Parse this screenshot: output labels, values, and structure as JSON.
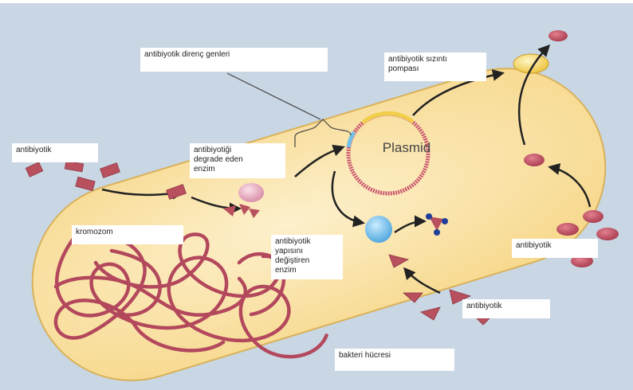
{
  "labels": {
    "resistance_genes": "antibiyotik direnç genleri",
    "efflux_pump": "antibiyotik sızıntı\npompası",
    "plasmid": "Plasmid",
    "antibiotic_left": "antibiyotik",
    "degrading_enzyme": "antibiyotiği\ndegrade eden\nenzim",
    "chromosome": "kromozom",
    "modifying_enzyme": "antibiyotik\nyapısını\ndeğiştiren\nenzim",
    "antibiotic_right": "antibiyotik",
    "antibiotic_bottom": "antibiyotik",
    "bacterial_cell": "bakteri hücresi"
  },
  "colors": {
    "background": "#c9d6e3",
    "cell_fill": "#fbe3a8",
    "cell_stroke": "#d9b25a",
    "antibiotic": "#b8505e",
    "pump": "#f4d44a",
    "enzyme_pink": "#e6a6bb",
    "enzyme_blue": "#7fc4ea",
    "chromosome": "#b3485d"
  }
}
